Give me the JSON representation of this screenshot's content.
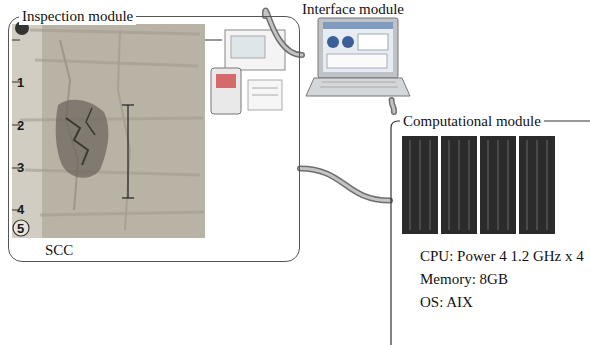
{
  "diagram": {
    "nodes": [
      {
        "text": [
          "Inspection module",
          "SCC"
        ]
      },
      {
        "text": [
          "Interface module"
        ]
      },
      {
        "text": [
          "Computational module",
          "CPU: Power 4 1.2 GHz x 4",
          "Memory: 8GB",
          "OS: AIX"
        ]
      }
    ],
    "edges": [
      {
        "from": 0,
        "to": 1,
        "arrow": "none"
      },
      {
        "from": 1,
        "to": 2,
        "arrow": "none"
      },
      {
        "from": 0,
        "to": 2,
        "arrow": "none"
      }
    ],
    "labels": [
      "1",
      "2",
      "3",
      "4",
      "5"
    ]
  }
}
